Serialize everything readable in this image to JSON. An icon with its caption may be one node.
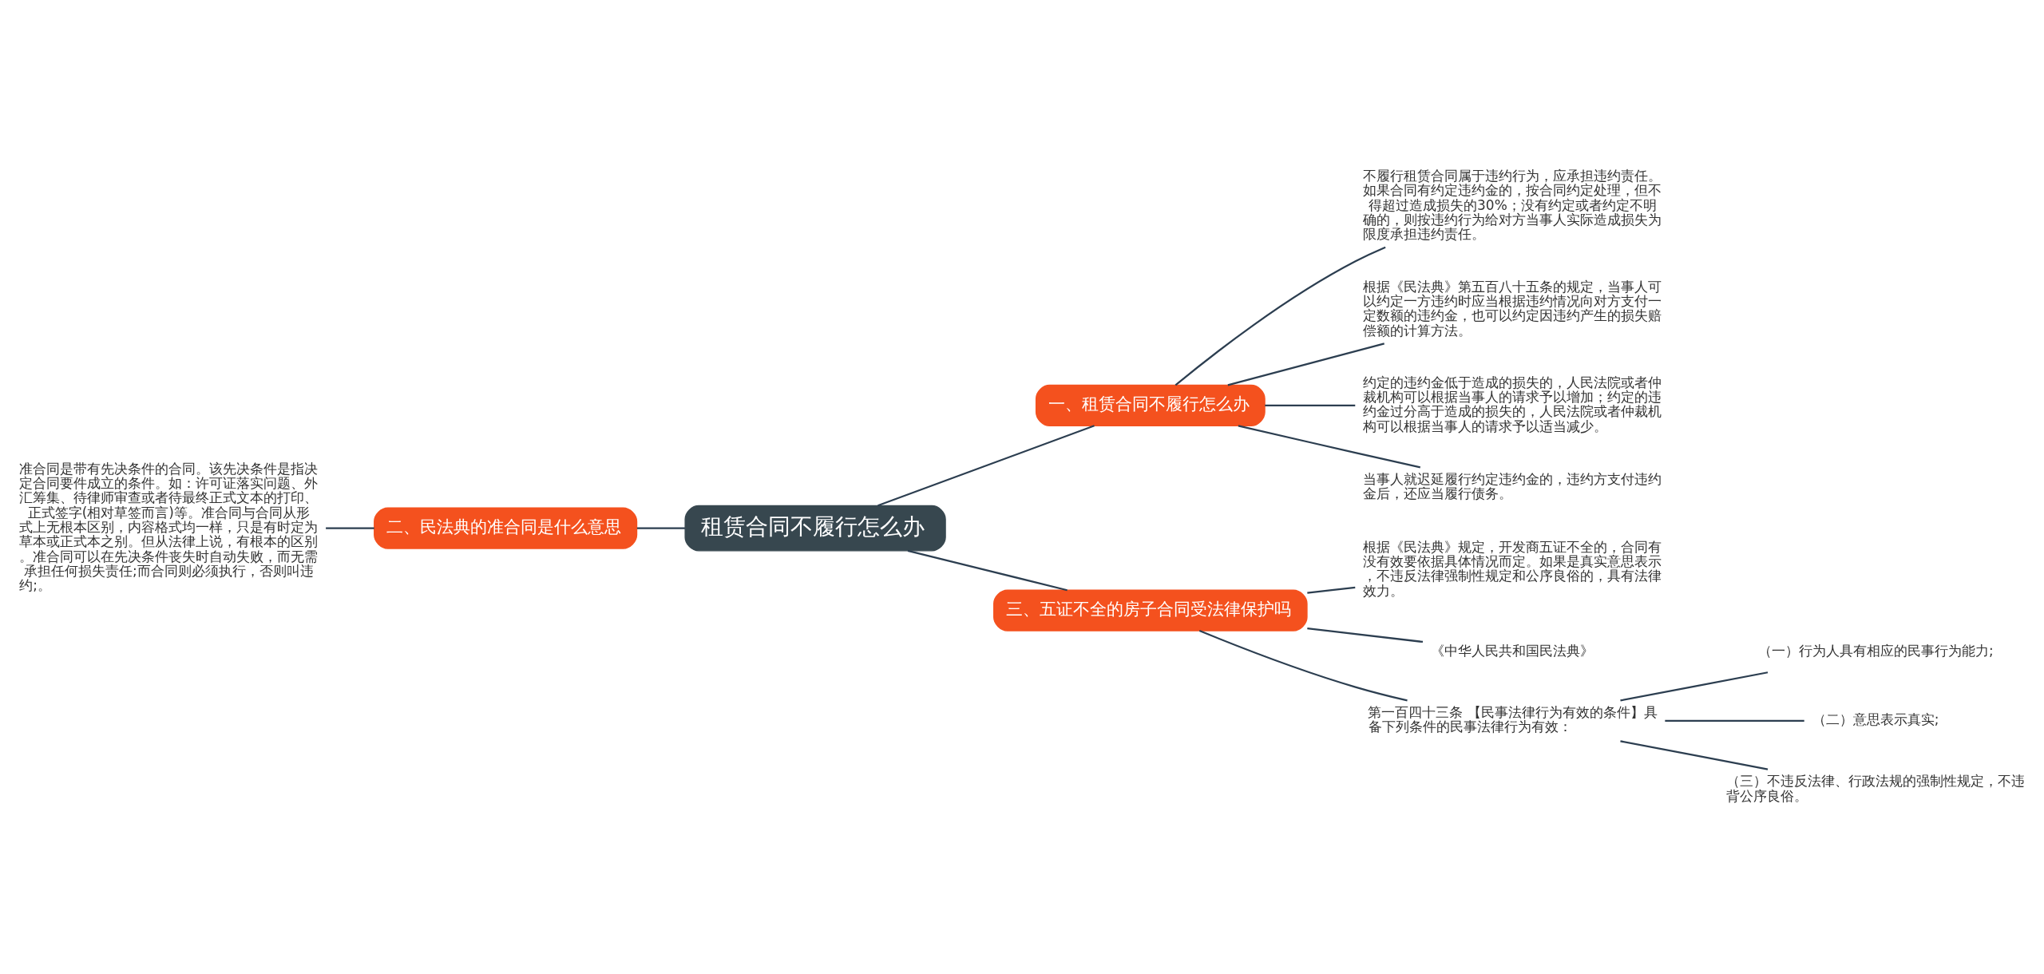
{
  "diagram": {
    "nodes": [
      {
        "text": [
          "租赁合同不履行怎么办"
        ]
      },
      {
        "text": [
          "一、租赁合同不履行怎么办"
        ]
      },
      {
        "text": [
          "不履行租赁合同属于违约行为，应承担违约责任。如果合同有约定违约金的，按合同约定处理，但不得超过造成损失的30%；没有约定或者约定不明确的，则按违约行为给对方当事人实际造成损失为限度承担违约责任。"
        ]
      },
      {
        "text": [
          "根据《民法典》第五百八十五条的规定，当事人可以约定一方违约时应当根据违约情况向对方支付一定数额的违约金，也可以约定因违约产生的损失赔偿额的计算方法。"
        ]
      },
      {
        "text": [
          "约定的违约金低于造成的损失的，人民法院或者仲裁机构可以根据当事人的请求予以增加；约定的违约金过分高于造成的损失的，人民法院或者仲裁机构可以根据当事人的请求予以适当减少。"
        ]
      },
      {
        "text": [
          "当事人就迟延履行约定违约金的，违约方支付违约金后，还应当履行债务。"
        ]
      },
      {
        "text": [
          "二、民法典的准合同是什么意思"
        ]
      },
      {
        "text": [
          "准合同是带有先决条件的合同。该先决条件是指决定合同要件成立的条件。如：许可证落实问题、外汇筹集、待律师审查或者待最终正式文本的打印、正式签字(相对草签而言)等。准合同与合同从形式上无根本区别，内容格式均一样，只是有时定为草本或正式本之别。但从法律上说，有根本的区别。准合同可以在先决条件丧失时自动失败，而无需承担任何损失责任;而合同则必须执行，否则叫违约;。"
        ]
      },
      {
        "text": [
          "三、五证不全的房子合同受法律保护吗"
        ]
      },
      {
        "text": [
          "根据《民法典》规定，开发商五证不全的，合同有没有效要依据具体情况而定。如果是真实意思表示，不违反法律强制性规定和公序良俗的，具有法律效力。"
        ]
      },
      {
        "text": [
          "《中华人民共和国民法典》"
        ]
      },
      {
        "text": [
          "第一百四十三条 【民事法律行为有效的条件】具备下列条件的民事法律行为有效："
        ]
      },
      {
        "text": [
          "（一）行为人具有相应的民事行为能力;"
        ]
      },
      {
        "text": [
          "（二）意思表示真实;"
        ]
      },
      {
        "text": [
          "（三）不违反法律、行政法规的强制性规定，不违背公序良俗。"
        ]
      }
    ],
    "edges": [
      {
        "from": 0,
        "to": 1,
        "arrow": "none"
      },
      {
        "from": 1,
        "to": 2,
        "arrow": "none"
      },
      {
        "from": 1,
        "to": 3,
        "arrow": "none"
      },
      {
        "from": 1,
        "to": 4,
        "arrow": "none"
      },
      {
        "from": 1,
        "to": 5,
        "arrow": "none"
      },
      {
        "from": 0,
        "to": 6,
        "arrow": "none"
      },
      {
        "from": 6,
        "to": 7,
        "arrow": "none"
      },
      {
        "from": 0,
        "to": 8,
        "arrow": "none"
      },
      {
        "from": 8,
        "to": 9,
        "arrow": "none"
      },
      {
        "from": 8,
        "to": 10,
        "arrow": "none"
      },
      {
        "from": 8,
        "to": 11,
        "arrow": "none"
      },
      {
        "from": 11,
        "to": 12,
        "arrow": "none"
      },
      {
        "from": 11,
        "to": 13,
        "arrow": "none"
      },
      {
        "from": 11,
        "to": 14,
        "arrow": "none"
      }
    ]
  }
}
